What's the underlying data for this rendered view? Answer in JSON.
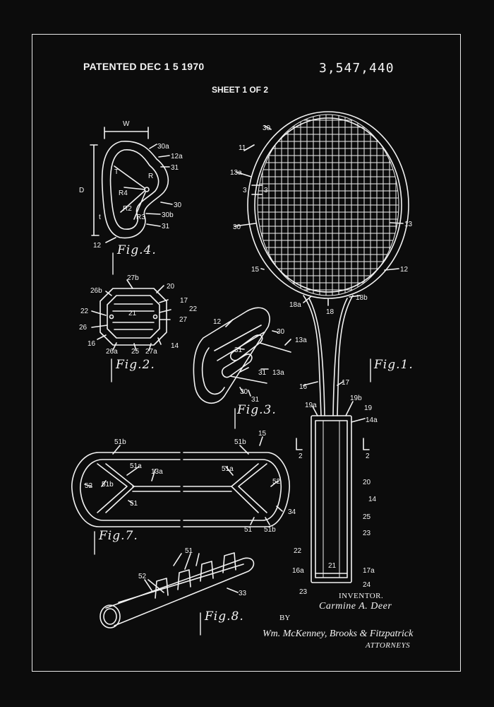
{
  "header": {
    "patented": "PATENTED DEC 1 5 1970",
    "patent_number": "3,547,440",
    "sheet": "SHEET 1 OF 2"
  },
  "figures": {
    "fig1": "Fig.1.",
    "fig2": "Fig.2.",
    "fig3": "Fig.3.",
    "fig4": "Fig.4.",
    "fig7": "Fig.7.",
    "fig8": "Fig.8."
  },
  "inventor": {
    "heading": "INVENTOR.",
    "name": "Carmine A. Deer"
  },
  "attorneys": {
    "by": "BY",
    "signature": "Wm. McKenney, Brooks & Fitzpatrick",
    "label": "ATTORNEYS"
  },
  "ref_numerals": {
    "fig4": [
      "W",
      "30a",
      "12a",
      "T",
      "R",
      "31",
      "D",
      "R4",
      "30",
      "R2",
      "R3",
      "30b",
      "t",
      "31",
      "12"
    ],
    "fig1": [
      "30",
      "11",
      "13a",
      "3",
      "3",
      "30",
      "13",
      "15",
      "12",
      "18a",
      "18",
      "18b",
      "16",
      "17",
      "19a",
      "19b",
      "19",
      "14a",
      "2",
      "2",
      "20",
      "14",
      "25",
      "23",
      "22",
      "21",
      "16a",
      "17a",
      "23",
      "24"
    ],
    "fig2": [
      "27b",
      "26b",
      "20",
      "17",
      "22",
      "21",
      "22",
      "26",
      "27",
      "16",
      "26a",
      "25",
      "27a",
      "14"
    ],
    "fig3": [
      "12",
      "30",
      "13a",
      "31",
      "31",
      "13a",
      "30",
      "31"
    ],
    "fig7": [
      "51b",
      "51a",
      "13a",
      "52",
      "51b",
      "51",
      "51b",
      "15",
      "51a",
      "52",
      "34",
      "51",
      "51b"
    ],
    "fig8": [
      "51",
      "52",
      "33"
    ]
  },
  "colors": {
    "background": "#0c0c0c",
    "ink": "#f2f2f2"
  }
}
